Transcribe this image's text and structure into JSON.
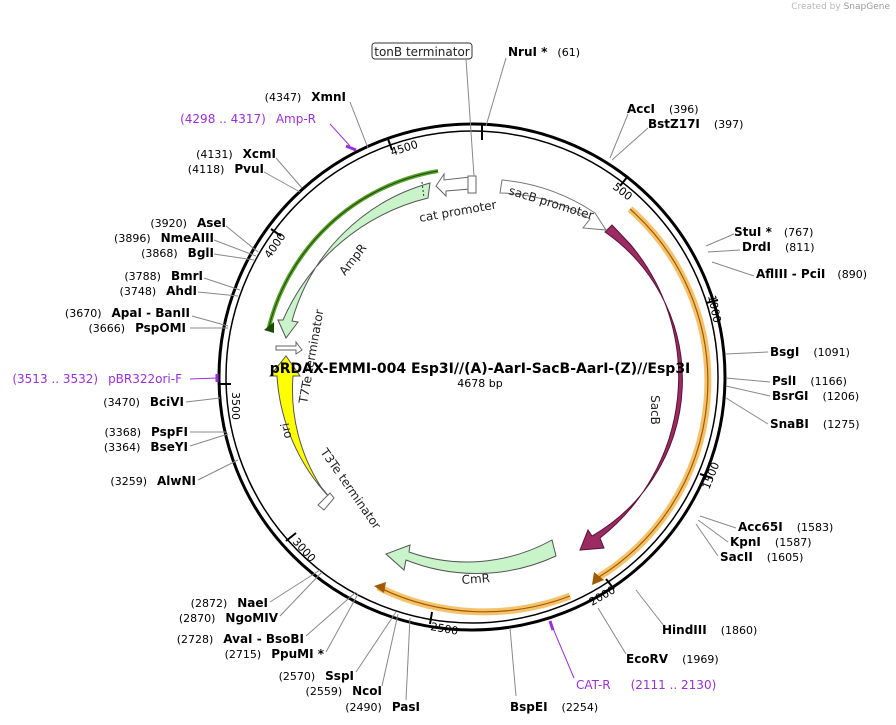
{
  "watermark": {
    "prefix": "Created by",
    "brand": "SnapGene"
  },
  "plasmid": {
    "name": "pRDAX-EMMI-004   Esp3I//(A)-AarI-SacB-AarI-(Z)//Esp3I",
    "size_label": "4678 bp"
  },
  "ticks": [
    "500",
    "1000",
    "1500",
    "2000",
    "2500",
    "3000",
    "3500",
    "4000",
    "4500"
  ],
  "features": {
    "sacB": "SacB",
    "sacB_promoter": "sacB promoter",
    "cmr": "CmR",
    "t3te": "T3Te terminator",
    "ori": "ori",
    "t7te": "T7Te terminator",
    "ampr": "AmpR",
    "cat_promoter": "cat promoter",
    "tonb": "tonB terminator"
  },
  "enzymes_right": [
    {
      "name": "NruI *",
      "pos": "(61)"
    },
    {
      "name": "AccI",
      "pos": "(396)"
    },
    {
      "name": "BstZ17I",
      "pos": "(397)"
    },
    {
      "name": "StuI *",
      "pos": "(767)"
    },
    {
      "name": "DrdI",
      "pos": "(811)"
    },
    {
      "name": "AflIII  -  PciI",
      "pos": "(890)"
    },
    {
      "name": "BsgI",
      "pos": "(1091)"
    },
    {
      "name": "PslI",
      "pos": "(1166)"
    },
    {
      "name": "BsrGI",
      "pos": "(1206)"
    },
    {
      "name": "SnaBI",
      "pos": "(1275)"
    },
    {
      "name": "Acc65I",
      "pos": "(1583)"
    },
    {
      "name": "KpnI",
      "pos": "(1587)"
    },
    {
      "name": "SacII",
      "pos": "(1605)"
    },
    {
      "name": "HindIII",
      "pos": "(1860)"
    },
    {
      "name": "EcoRV",
      "pos": "(1969)"
    },
    {
      "name": "BspEI",
      "pos": "(2254)"
    }
  ],
  "enzymes_left": [
    {
      "name": "XmnI",
      "pos": "(4347)"
    },
    {
      "name": "XcmI",
      "pos": "(4131)"
    },
    {
      "name": "PvuI",
      "pos": "(4118)"
    },
    {
      "name": "AseI",
      "pos": "(3920)"
    },
    {
      "name": "NmeAIII",
      "pos": "(3896)"
    },
    {
      "name": "BglI",
      "pos": "(3868)"
    },
    {
      "name": "BmrI",
      "pos": "(3788)"
    },
    {
      "name": "AhdI",
      "pos": "(3748)"
    },
    {
      "name": "ApaI  -  BanII",
      "pos": "(3670)"
    },
    {
      "name": "PspOMI",
      "pos": "(3666)"
    },
    {
      "name": "BciVI",
      "pos": "(3470)"
    },
    {
      "name": "PspFI",
      "pos": "(3368)"
    },
    {
      "name": "BseYI",
      "pos": "(3364)"
    },
    {
      "name": "AlwNI",
      "pos": "(3259)"
    },
    {
      "name": "NaeI",
      "pos": "(2872)"
    },
    {
      "name": "NgoMIV",
      "pos": "(2870)"
    },
    {
      "name": "AvaI  -  BsoBI",
      "pos": "(2728)"
    },
    {
      "name": "PpuMI *",
      "pos": "(2715)"
    },
    {
      "name": "SspI",
      "pos": "(2570)"
    },
    {
      "name": "NcoI",
      "pos": "(2559)"
    },
    {
      "name": "PasI",
      "pos": "(2490)"
    }
  ],
  "primers": [
    {
      "name": "Amp-R",
      "range": "(4298 .. 4317)"
    },
    {
      "name": "pBR322ori-F",
      "range": "(3513 .. 3532)"
    },
    {
      "name": "CAT-R",
      "range": "(2111 .. 2130)"
    }
  ],
  "colors": {
    "sacB": "#9b2b63",
    "cds_green": "#c9f3c9",
    "ori_yellow": "#ffff00",
    "orange_highlight": "#f5c26b",
    "primer_purple": "#9b30d9",
    "backbone": "#000000"
  }
}
